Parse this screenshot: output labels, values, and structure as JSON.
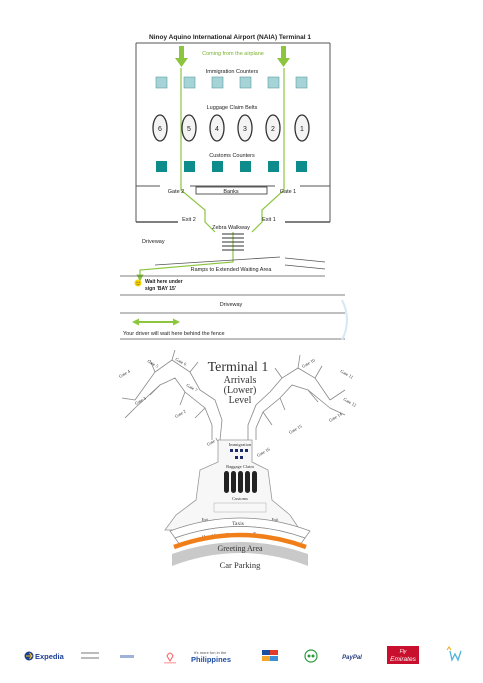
{
  "terminal_plan": {
    "title": "Ninoy Aquino International Airport (NAIA) Terminal 1",
    "coming_from": "Coming from the airplane",
    "immigration": "Immigration Counters",
    "luggage": "Luggage Claim Belts",
    "belts": [
      "6",
      "5",
      "4",
      "3",
      "2",
      "1"
    ],
    "customs": "Customs Counters",
    "gate2": "Gate 2",
    "banks": "Banks",
    "gate1": "Gate 1",
    "exit2": "Exit 2",
    "exit1": "Exit 1",
    "zebra": "Zebra Walkway",
    "driveway1": "Driveway",
    "ramps": "Ramps to Extended Waiting Area",
    "wait_line1": "Wait here under",
    "wait_line2": "sign 'BAY 15'",
    "driveway2": "Driveway",
    "driver_note": "Your driver will wait here behind the fence",
    "colors": {
      "accent_green": "#8cc63f",
      "teal": "#0e8c8c",
      "light_teal": "#a6d3d6"
    }
  },
  "arrivals_map": {
    "title": "Terminal 1",
    "subtitle1": "Arrivals",
    "subtitle2": "(Lower)",
    "subtitle3": "Level",
    "gates": {
      "g5": "Gate 5",
      "g6": "Gate 6",
      "g4": "Gate 4",
      "g7": "Gate 7",
      "g3": "Gate 3",
      "g2": "Gate 2",
      "g1": "Gate 1",
      "g10": "Gate 10",
      "g11": "Gate 11",
      "g12": "Gate 12",
      "g14": "Gate 14",
      "g15": "Gate 15",
      "g16": "Gate 16"
    },
    "immigration": "Immigration",
    "baggage": "Baggage Claim",
    "customs": "Customs",
    "exit": "Exit",
    "taxis": "Taxis",
    "hotel": "Hotel Lounge",
    "transport": "Transport",
    "greeting": "Greeting Area",
    "parking": "Car Parking"
  },
  "logos": {
    "expedia": "Expedia",
    "philippines_line1": "It's more fun in the",
    "philippines_line2": "Philippines",
    "paypal": "PayPal",
    "emirates_line1": "Fly",
    "emirates_line2": "Emirates"
  }
}
